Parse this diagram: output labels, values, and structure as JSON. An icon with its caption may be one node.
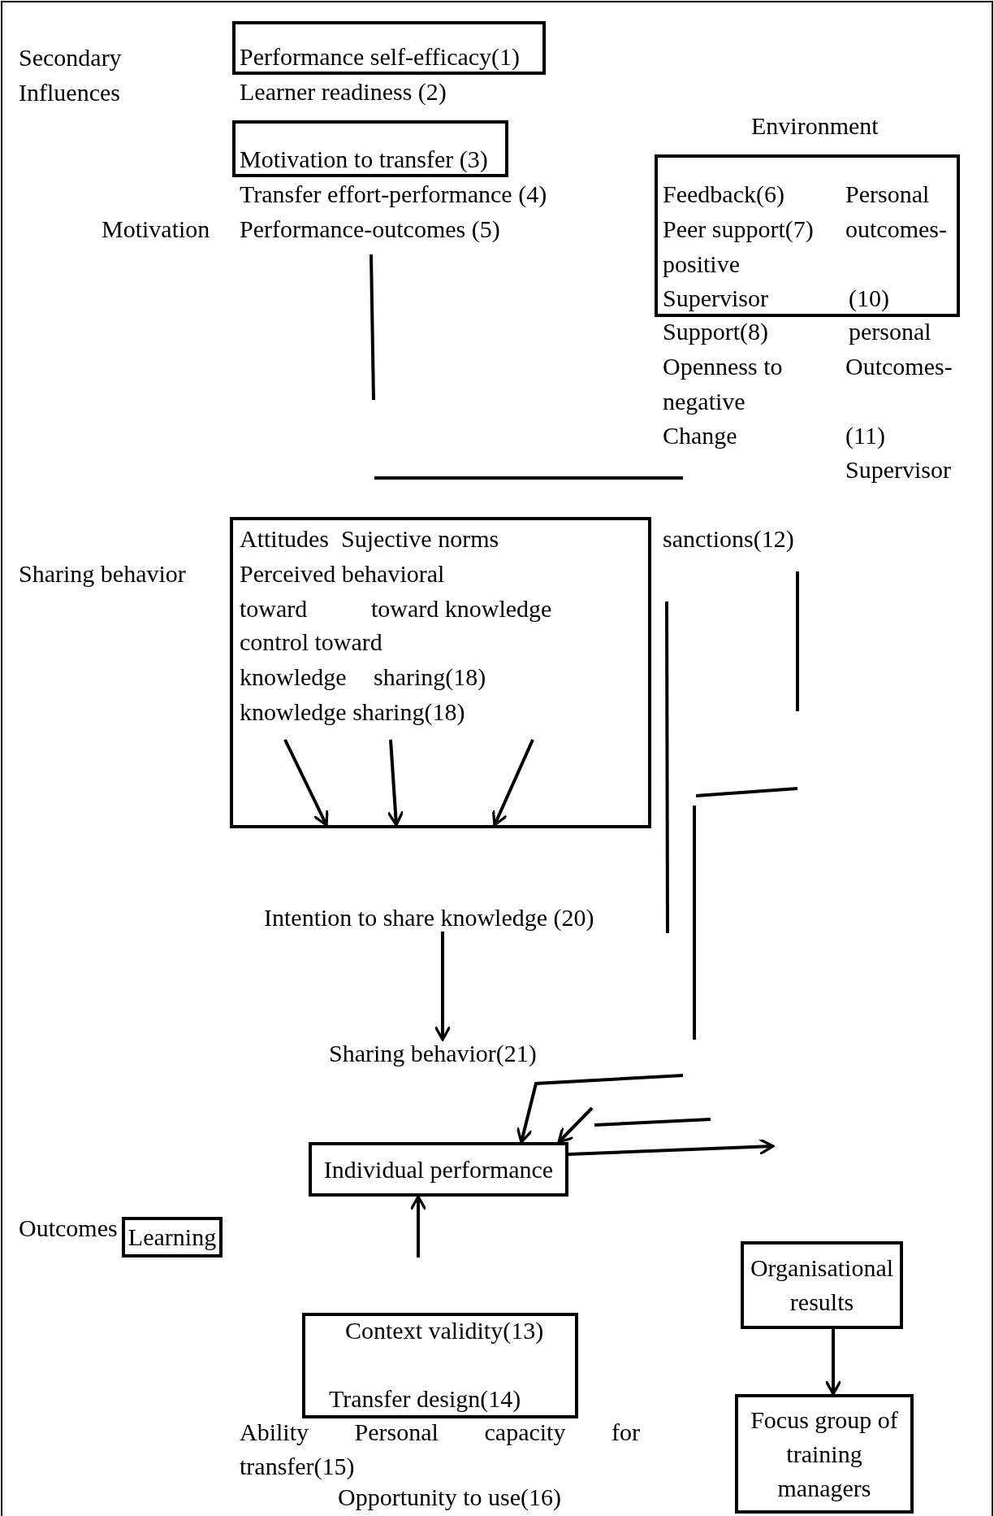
{
  "diagram": {
    "nodes": [
      {
        "text": [
          "Performance self-efficacy(1)"
        ]
      },
      {
        "text": [
          "Motivation to transfer (3)"
        ]
      },
      {
        "text": [
          "Feedback(6)",
          "Personal",
          "Peer support(7)",
          "outcomes-",
          "positive",
          "Supervisor",
          "(10)"
        ]
      },
      {
        "text": [
          "Attitudes",
          "Sujective norms",
          "Perceived behavioral",
          "toward",
          "toward knowledge",
          "control toward",
          "knowledge",
          "sharing(18)",
          "knowledge sharing(18)"
        ]
      },
      {
        "text": [
          "Intention to share knowledge (20)"
        ]
      },
      {
        "text": [
          "Sharing behavior(21)"
        ]
      },
      {
        "text": [
          "Individual performance"
        ]
      },
      {
        "text": [
          "Learning"
        ]
      },
      {
        "text": [
          "Organisational results"
        ]
      },
      {
        "text": [
          "Context validity(13)",
          "Transfer design(14)"
        ]
      },
      {
        "text": [
          "Focus group of training managers"
        ]
      }
    ],
    "edges": [
      {
        "from": null,
        "to": 3,
        "arrow": "to"
      },
      {
        "from": null,
        "to": 3,
        "arrow": "to"
      },
      {
        "from": null,
        "to": 3,
        "arrow": "to"
      },
      {
        "from": 4,
        "to": 5,
        "arrow": "to"
      },
      {
        "from": null,
        "to": 6,
        "arrow": "to"
      },
      {
        "from": null,
        "to": 6,
        "arrow": "to"
      },
      {
        "from": 6,
        "to": null,
        "arrow": "to"
      },
      {
        "from": null,
        "to": 6,
        "arrow": "to"
      },
      {
        "from": 8,
        "to": 10,
        "arrow": "to"
      }
    ],
    "labels": [
      "Secondary Influences",
      "Learner readiness (2)",
      "Environment",
      "Transfer effort-performance (4)",
      "Motivation",
      "Performance-outcomes (5)",
      "Support(8)",
      "personal",
      "Openness to",
      "Outcomes-",
      "negative",
      "Change",
      "(11)",
      "Supervisor",
      "sanctions(12)",
      "Sharing behavior",
      "Outcomes",
      "Ability Personal capacity for transfer(15)",
      "Opportunity to use(16)"
    ]
  }
}
